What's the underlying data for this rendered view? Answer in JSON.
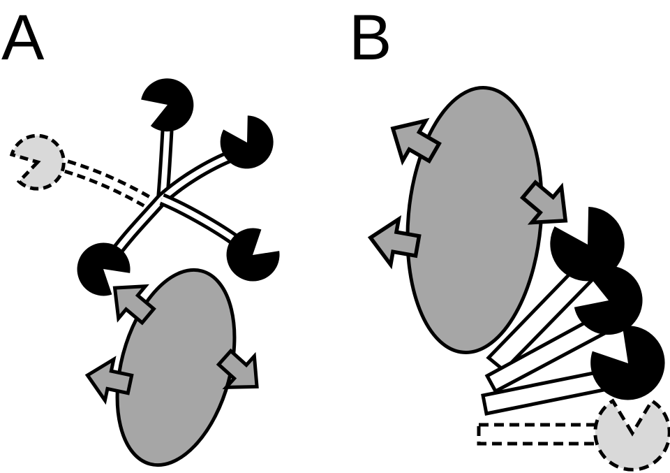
{
  "panels": {
    "a": {
      "label": "A"
    },
    "b": {
      "label": "B"
    }
  },
  "colors": {
    "stroke": "#000000",
    "cell_fill": "#a6a6a6",
    "arrow_fill": "#a6a6a6",
    "motor_head": "#000000",
    "inactive_head": "#d9d9d9",
    "background": "#ffffff"
  },
  "legend_semantics": {
    "cell": "grey-ellipse",
    "arrow": "grey-block-arrow",
    "motor_active": "black-pacman-head-on-white-stalk",
    "motor_inactive": "dashed-pale-pacman-head-on-dashed-stalk"
  }
}
